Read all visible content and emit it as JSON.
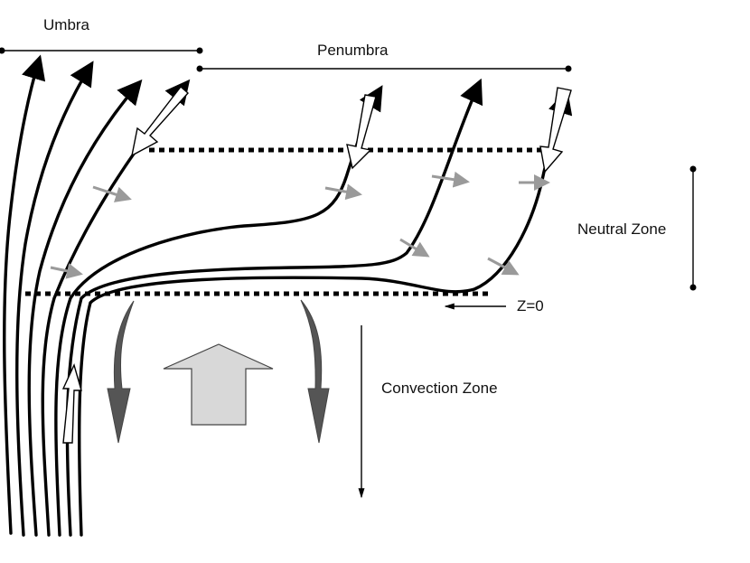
{
  "labels": {
    "umbra": "Umbra",
    "penumbra": "Penumbra",
    "neutral_zone": "Neutral Zone",
    "z0": "Z=0",
    "convection_zone": "Convection Zone"
  },
  "colors": {
    "field_line": "#000000",
    "small_flow_arrow": "#9a9a9a",
    "downflow_arrow": "#555555",
    "upflow_arrow": "#d8d8d8"
  }
}
